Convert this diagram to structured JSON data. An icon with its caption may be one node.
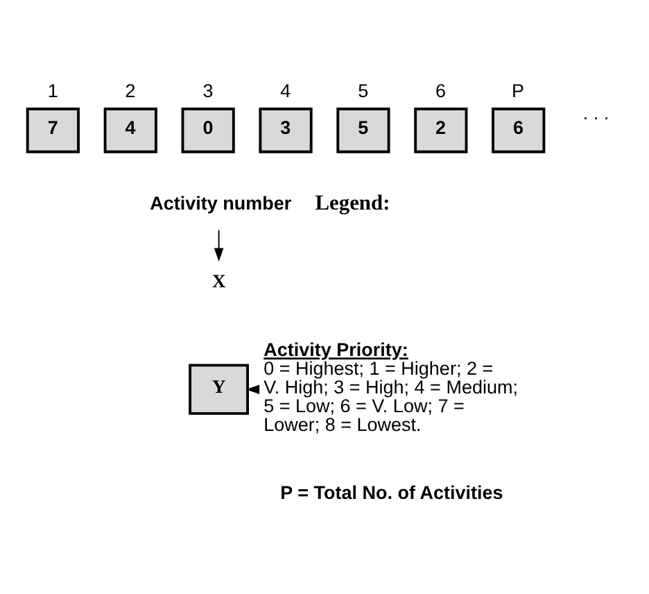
{
  "diagram": {
    "nodes": [
      {
        "text": [
          "7"
        ],
        "beside": [
          "1"
        ]
      },
      {
        "text": [
          "4"
        ],
        "beside": [
          "2"
        ]
      },
      {
        "text": [
          "0"
        ],
        "beside": [
          "3"
        ]
      },
      {
        "text": [
          "3"
        ],
        "beside": [
          "4"
        ]
      },
      {
        "text": [
          "5"
        ],
        "beside": [
          "5"
        ]
      },
      {
        "text": [
          "2"
        ],
        "beside": [
          "6"
        ]
      },
      {
        "text": [
          "6"
        ],
        "beside": [
          "P"
        ]
      },
      {
        "text": [
          "X"
        ]
      },
      {
        "text": [
          "Activity number"
        ]
      },
      {
        "text": [
          "Y"
        ]
      },
      {
        "text": [
          "Activity Priority:",
          "0 = Highest; 1 = Higher; 2 = V. High; 3 = High; 4 = Medium; 5 = Low; 6 = V. Low; 7 = Lower; 8 = Lowest."
        ]
      }
    ],
    "edges": [
      {
        "from": 8,
        "to": 7,
        "arrow": "to"
      },
      {
        "from": 10,
        "to": 9,
        "arrow": "to"
      }
    ],
    "labels": [
      ". . .",
      "Legend:",
      "P = Total No. of Activities"
    ]
  }
}
